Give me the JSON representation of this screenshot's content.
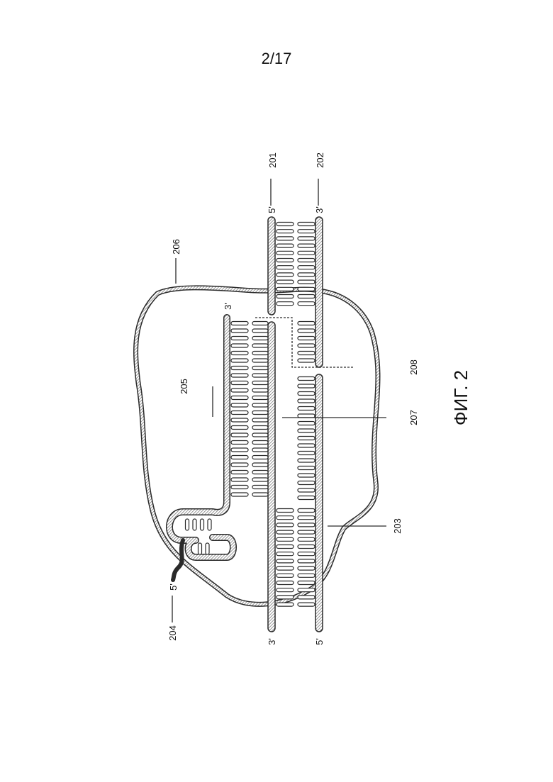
{
  "page_number": "2/17",
  "figure_caption": "ФИГ. 2",
  "reference_labels": {
    "r201": "201",
    "r202": "202",
    "r203": "203",
    "r204": "204",
    "r205": "205",
    "r206": "206",
    "r207": "207",
    "r208": "208"
  },
  "strand_end_labels": {
    "top_left_201": "5'",
    "top_left_202": "3'",
    "bottom_left_201": "3'",
    "bottom_left_202": "5'",
    "guide_end": "3'",
    "hairpin_end": "5'"
  },
  "colors": {
    "stroke": "#2a2a2a",
    "hatch": "#6a6a6a",
    "text": "#111111"
  }
}
